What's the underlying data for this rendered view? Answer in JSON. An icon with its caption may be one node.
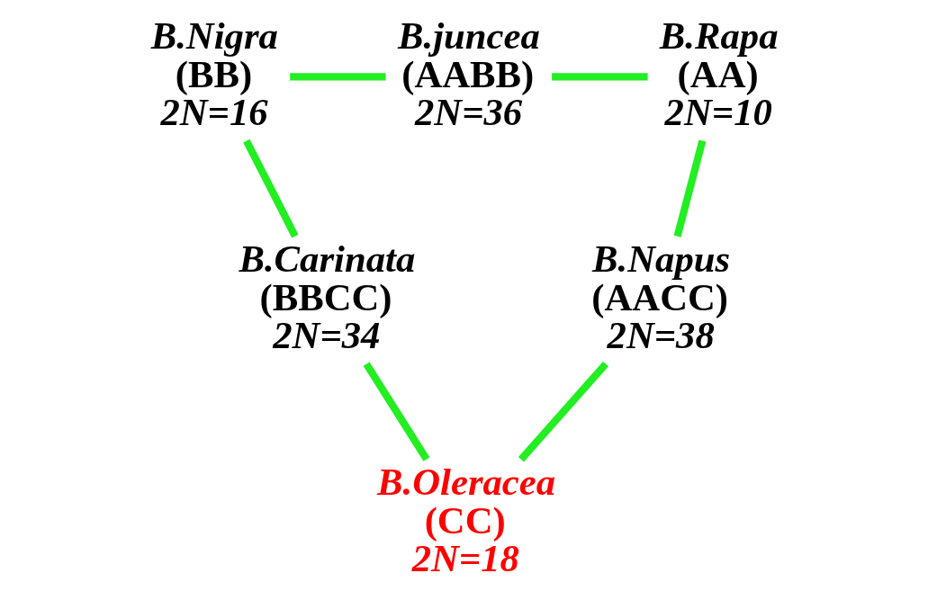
{
  "diagram": {
    "nodes": [
      {
        "text": [
          "B.Nigra",
          "(BB)",
          "2N=16"
        ]
      },
      {
        "text": [
          "B.juncea",
          "(AABB)",
          "2N=36"
        ]
      },
      {
        "text": [
          "B.Rapa",
          "(AA)",
          "2N=10"
        ]
      },
      {
        "text": [
          "B.Carinata",
          "(BBCC)",
          "2N=34"
        ]
      },
      {
        "text": [
          "B.Napus",
          "(AACC)",
          "2N=38"
        ]
      },
      {
        "text": [
          "B.Oleracea",
          "(CC)",
          "2N=18"
        ]
      }
    ],
    "edges": [
      {
        "from": 0,
        "to": 1,
        "arrow": "none"
      },
      {
        "from": 1,
        "to": 2,
        "arrow": "none"
      },
      {
        "from": 0,
        "to": 3,
        "arrow": "none"
      },
      {
        "from": 2,
        "to": 4,
        "arrow": "none"
      },
      {
        "from": 3,
        "to": 5,
        "arrow": "none"
      },
      {
        "from": 4,
        "to": 5,
        "arrow": "none"
      }
    ]
  }
}
